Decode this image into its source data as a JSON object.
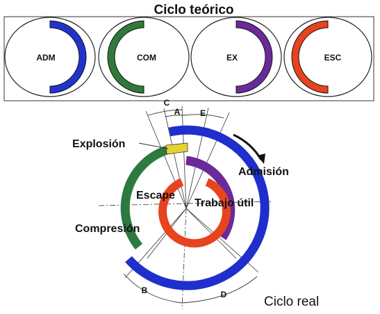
{
  "theoretical": {
    "title": "Ciclo teórico",
    "strokes": [
      {
        "label": "ADM",
        "color": "#2233cc"
      },
      {
        "label": "COM",
        "color": "#2f7a3a"
      },
      {
        "label": "EX",
        "color": "#6a2a9a"
      },
      {
        "label": "ESC",
        "color": "#e8431f"
      }
    ]
  },
  "real": {
    "title": "Ciclo real",
    "labels": {
      "explosion": "Explosión",
      "admision": "Admisión",
      "escape": "Escape",
      "trabajo_util": "Trabajo útil",
      "compresion": "Compresión"
    },
    "angle_marks": {
      "c": "C",
      "a": "A",
      "e": "E",
      "b": "B",
      "d": "D"
    },
    "colors": {
      "admision": "#1f2fcc",
      "compresion": "#2d7a40",
      "explosion": "#e6d230",
      "trabajo_util": "#6a2a9a",
      "escape": "#e8431f"
    }
  }
}
